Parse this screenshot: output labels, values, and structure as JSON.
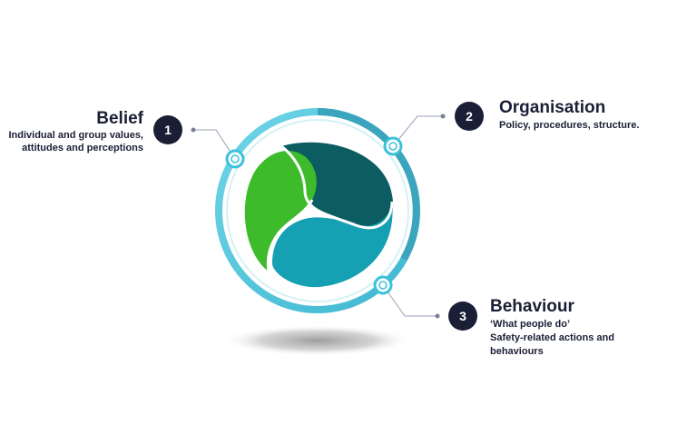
{
  "items": [
    {
      "number": "1",
      "title": "Belief",
      "lines": [
        "Individual and group values,",
        "attitudes and perceptions"
      ]
    },
    {
      "number": "2",
      "title": "Organisation",
      "lines": [
        "Policy, procedures, structure."
      ]
    },
    {
      "number": "3",
      "title": "Behaviour",
      "lines": [
        "‘What people do’",
        "Safety-related actions and",
        "behaviours"
      ]
    }
  ],
  "colors": {
    "navy": "#1b1f36",
    "green": "#3dbb2b",
    "dark_teal": "#0b5d62",
    "light_teal": "#16a0b3",
    "ring_outer": "#5ccde0",
    "ring_dark": "#2a9bb0",
    "connector": "#9aa0b5"
  }
}
